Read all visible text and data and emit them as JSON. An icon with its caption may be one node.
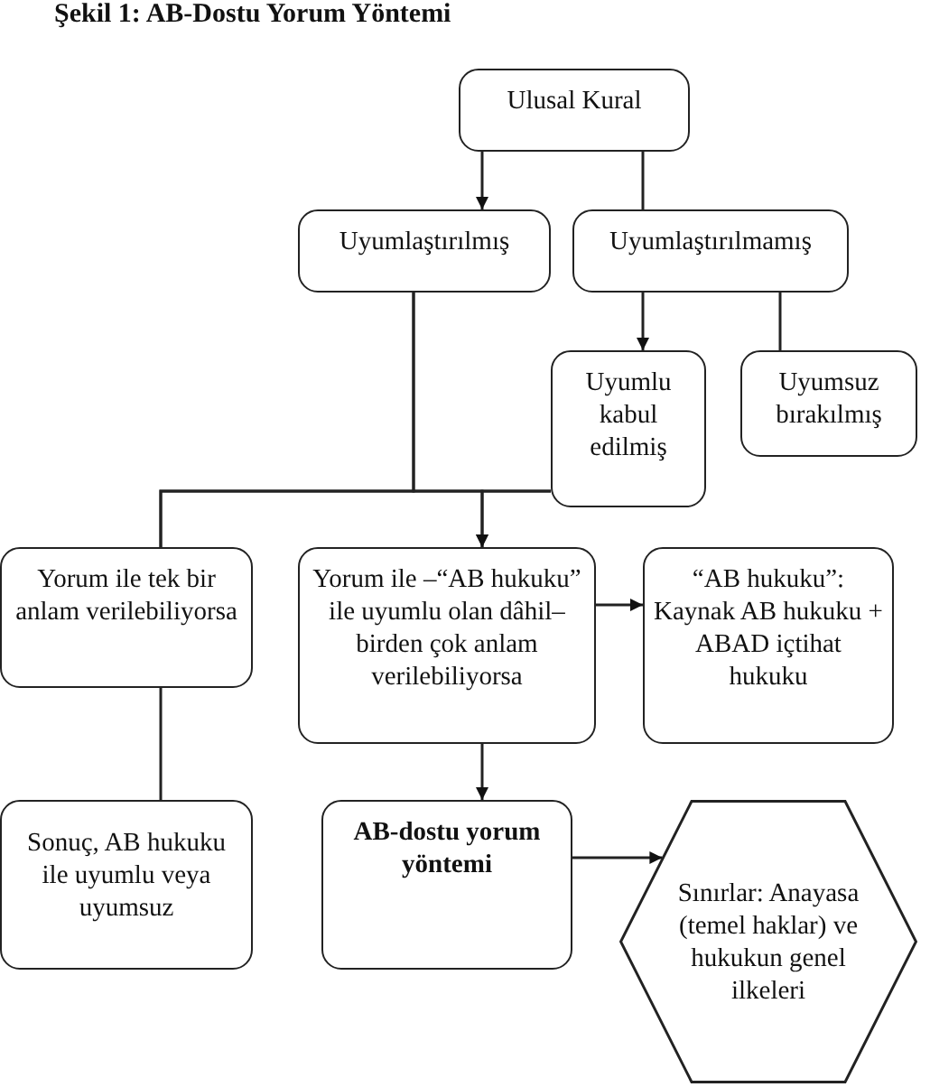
{
  "diagram": {
    "title": "Şekil 1: AB-Dostu Yorum Yöntemi",
    "nodes": [
      {
        "text": [
          "Ulusal Kural"
        ]
      },
      {
        "text": [
          "Uyumlaştırılmış"
        ]
      },
      {
        "text": [
          "Uyumlaştırılmamış"
        ]
      },
      {
        "text": [
          "Uyumlu kabul edilmiş"
        ]
      },
      {
        "text": [
          "Uyumsuz bırakılmış"
        ]
      },
      {
        "text": [
          "Yorum ile tek bir anlam verilebiliyorsa"
        ]
      },
      {
        "text": [
          "Yorum ile –“AB hukuku” ile uyumlu olan dâhil– birden çok anlam verilebiliyorsa"
        ]
      },
      {
        "text": [
          "“AB hukuku”: Kaynak AB hukuku + ABAD içtihat hukuku"
        ]
      },
      {
        "text": [
          "Sonuç, AB hukuku ile uyumlu veya uyumsuz"
        ]
      },
      {
        "text": [
          "AB-dostu yorum yöntemi"
        ]
      },
      {
        "text": [
          "Sınırlar: Anayasa (temel haklar) ve hukukun genel ilkeleri"
        ]
      }
    ],
    "edges": [
      {
        "from": 0,
        "to": 1,
        "arrow": "to"
      },
      {
        "from": 0,
        "to": 2,
        "arrow": "none"
      },
      {
        "from": 2,
        "to": 3,
        "arrow": "to"
      },
      {
        "from": 2,
        "to": 4,
        "arrow": "none"
      },
      {
        "from": 1,
        "to": 5,
        "arrow": "none"
      },
      {
        "from": 1,
        "to": 6,
        "arrow": "to"
      },
      {
        "from": 3,
        "to": 5,
        "arrow": "none"
      },
      {
        "from": 3,
        "to": 6,
        "arrow": "to"
      },
      {
        "from": 6,
        "to": 7,
        "arrow": "to"
      },
      {
        "from": 6,
        "to": 9,
        "arrow": "to"
      },
      {
        "from": 5,
        "to": 8,
        "arrow": "none"
      },
      {
        "from": 9,
        "to": 10,
        "arrow": "to"
      }
    ]
  }
}
